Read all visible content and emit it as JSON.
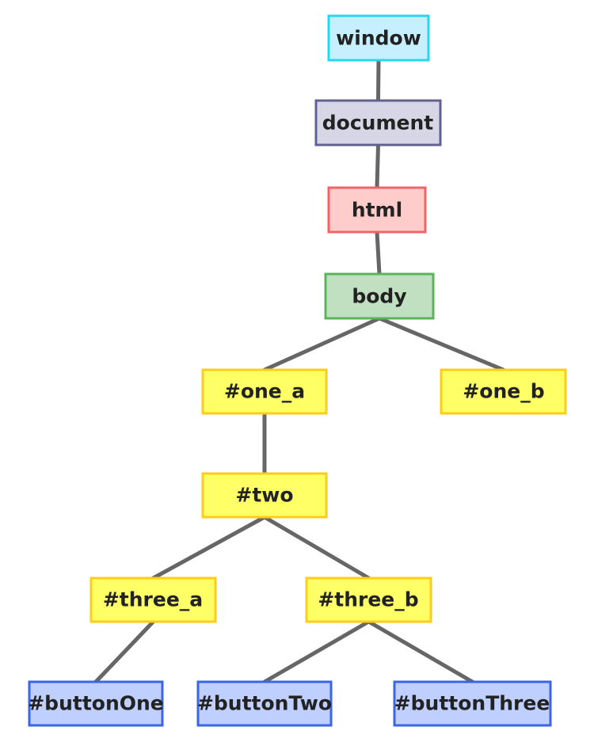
{
  "nodes": {
    "window": {
      "label": "window",
      "fill": "#c6f0ff",
      "stroke": "#2ad5ee"
    },
    "document": {
      "label": "document",
      "fill": "#d6d6e6",
      "stroke": "#616193"
    },
    "html": {
      "label": "html",
      "fill": "#ffcccc",
      "stroke": "#f06464"
    },
    "body": {
      "label": "body",
      "fill": "#c1e0c1",
      "stroke": "#5cb35c"
    },
    "one_a": {
      "label": "#one_a",
      "fill": "#ffff66",
      "stroke": "#ffcc1a"
    },
    "one_b": {
      "label": "#one_b",
      "fill": "#ffff66",
      "stroke": "#ffcc1a"
    },
    "two": {
      "label": "#two",
      "fill": "#ffff66",
      "stroke": "#ffcc1a"
    },
    "three_a": {
      "label": "#three_a",
      "fill": "#ffff66",
      "stroke": "#ffcc1a"
    },
    "three_b": {
      "label": "#three_b",
      "fill": "#ffff66",
      "stroke": "#ffcc1a"
    },
    "buttonOne": {
      "label": "#buttonOne",
      "fill": "#bfcfff",
      "stroke": "#3a66e6"
    },
    "buttonTwo": {
      "label": "#buttonTwo",
      "fill": "#bfcfff",
      "stroke": "#3a66e6"
    },
    "buttonThree": {
      "label": "#buttonThree",
      "fill": "#bfcfff",
      "stroke": "#3a66e6"
    }
  },
  "edges": [
    [
      "window",
      "document"
    ],
    [
      "document",
      "html"
    ],
    [
      "html",
      "body"
    ],
    [
      "body",
      "one_a"
    ],
    [
      "body",
      "one_b"
    ],
    [
      "one_a",
      "two"
    ],
    [
      "two",
      "three_a"
    ],
    [
      "two",
      "three_b"
    ],
    [
      "three_a",
      "buttonOne"
    ],
    [
      "three_b",
      "buttonTwo"
    ],
    [
      "three_b",
      "buttonThree"
    ]
  ]
}
